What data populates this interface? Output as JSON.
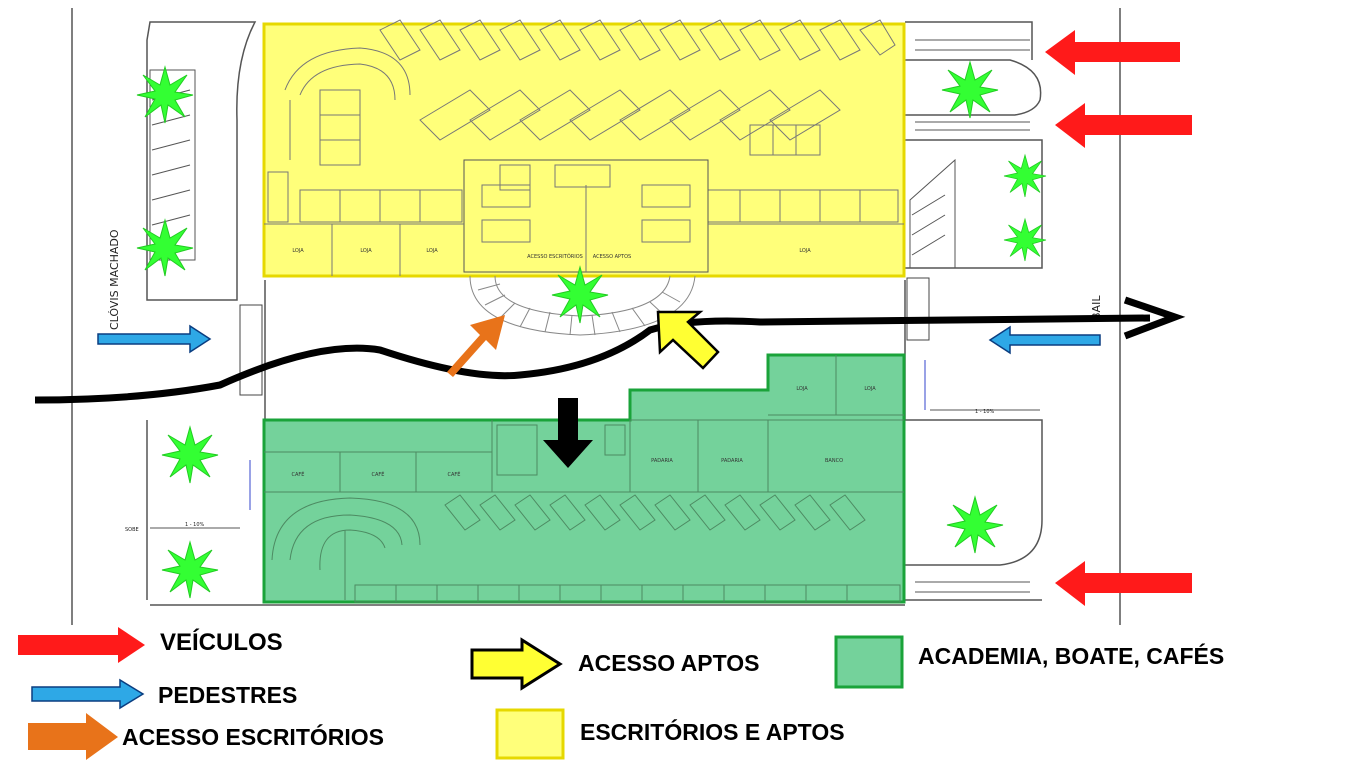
{
  "street": {
    "left": "CLÓVIS MACHADO",
    "right": "BAIL"
  },
  "room_labels": {
    "loja": "LOJA",
    "acesso_escritorios": "ACESSO ESCRITÓRIOS",
    "acesso_aptos": "ACESSO APTOS",
    "cafe": "CAFÉ",
    "padaria": "PADARIA",
    "banco": "BANCO"
  },
  "small_labels": {
    "sobe": "SOBE",
    "ramp": "1 - 10%",
    "ramp_right": "1 - 10%"
  },
  "legend": {
    "veiculos": "VEÍCULOS",
    "pedestres": "PEDESTRES",
    "acesso_escritorios": "ACESSO ESCRITÓRIOS",
    "acesso_aptos": "ACESSO APTOS",
    "escritorios_aptos": "ESCRITÓRIOS E APTOS",
    "academia": "ACADEMIA, BOATE, CAFÉS"
  },
  "colors": {
    "yellow_zone": "#ffff7a",
    "green_zone": "#74d29b",
    "vehicles": "#ff1a1a",
    "pedestrians": "#2ea8e6",
    "office_access": "#e8731a",
    "apt_access": "#ffff33",
    "tree": "#33ff33"
  }
}
